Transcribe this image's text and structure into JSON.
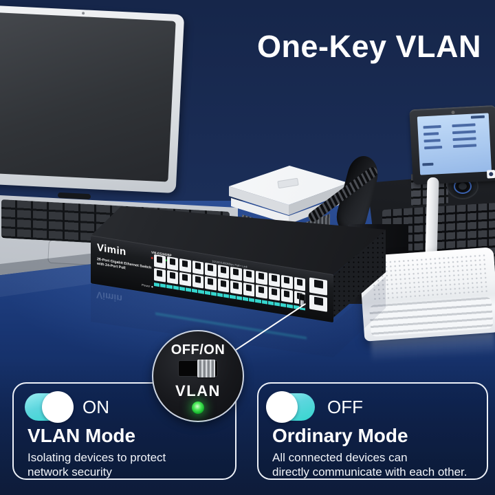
{
  "title": "One-Key VLAN",
  "colors": {
    "accent_teal": "#35d6ce",
    "led_green": "#2ee04a",
    "panel_border": "#edf1f8",
    "bg_navy": "#17274b",
    "desk_blue": "#1e3c7c"
  },
  "switch": {
    "brand": "Vimin",
    "model": "VM-GS3426P",
    "led_power": "Power",
    "led_link": "Link",
    "desc_line1": "26-Port Gigabit Ethernet Switch",
    "desc_line2": "with 24-Port PoE",
    "power_label": "Power",
    "ports_label": "10/100/1000Mbps PoE+ Link",
    "main_ports": 24,
    "uplink_ports": 2
  },
  "callout": {
    "switch_label": "OFF/ON",
    "feature_label": "VLAN"
  },
  "modes": {
    "vlan": {
      "state": "ON",
      "title": "VLAN Mode",
      "line1": "Isolating devices to protect",
      "line2": "network security"
    },
    "ordinary": {
      "state": "OFF",
      "title": "Ordinary Mode",
      "line1": "All connected devices can",
      "line2": "directly communicate with each other."
    }
  }
}
